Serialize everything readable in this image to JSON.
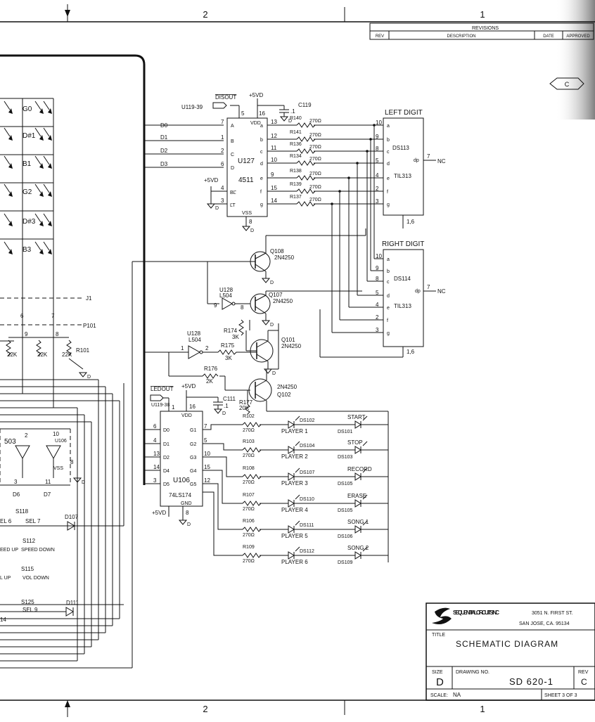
{
  "zones": {
    "top": [
      "2",
      "1"
    ],
    "bottom": [
      "2",
      "1"
    ]
  },
  "revisions": {
    "title": "REVISIONS",
    "columns": [
      "REV",
      "DESCRIPTION",
      "DATE",
      "APPROVED"
    ],
    "rev_letter": "C"
  },
  "u127": {
    "ref": "U127",
    "part": "4511",
    "signal_in": "DISOUT",
    "signal_src": "U119-39",
    "power": "+5VD",
    "cap": "C119",
    "cap_val": ".1",
    "vdd": "VDD",
    "vss": "VSS",
    "inputs": [
      {
        "net": "D0",
        "pin": "7",
        "label": "A"
      },
      {
        "net": "D1",
        "pin": "1",
        "label": "B"
      },
      {
        "net": "D2",
        "pin": "2",
        "label": "C"
      },
      {
        "net": "D3",
        "pin": "6",
        "label": "D"
      }
    ],
    "misc_pins": {
      "e": "5",
      "vdd": "16",
      "bl": "4",
      "lt": "3",
      "vss": "8",
      "bl_label": "BL",
      "lt_label": "LT"
    },
    "outputs": [
      {
        "pin": "13",
        "seg": "a",
        "res": "R140",
        "val": "270Ω",
        "dpin": "10"
      },
      {
        "pin": "12",
        "seg": "b",
        "res": "R141",
        "val": "270Ω",
        "dpin": "9"
      },
      {
        "pin": "11",
        "seg": "c",
        "res": "R136",
        "val": "270Ω",
        "dpin": "8"
      },
      {
        "pin": "10",
        "seg": "d",
        "res": "R134",
        "val": "270Ω",
        "dpin": "5"
      },
      {
        "pin": "9",
        "seg": "e",
        "res": "R138",
        "val": "270Ω",
        "dpin": "4"
      },
      {
        "pin": "15",
        "seg": "f",
        "res": "R139",
        "val": "270Ω",
        "dpin": "2"
      },
      {
        "pin": "14",
        "seg": "g",
        "res": "R137",
        "val": "270Ω",
        "dpin": "3"
      }
    ]
  },
  "left_digit": {
    "title": "LEFT DIGIT",
    "ref": "DS113",
    "part": "TIL313",
    "dp": "dp",
    "dp_pin": "7",
    "nc": "NC",
    "common": "1,6"
  },
  "right_digit": {
    "title": "RIGHT DIGIT",
    "ref": "DS114",
    "part": "TIL313",
    "dp": "dp",
    "dp_pin": "7",
    "nc": "NC",
    "common": "1,6"
  },
  "transistors": [
    {
      "ref": "Q108",
      "part": "2N4250"
    },
    {
      "ref": "Q107",
      "part": "2N4250"
    },
    {
      "ref": "Q101",
      "part": "2N4250"
    },
    {
      "ref": "Q102",
      "part": "2N4250"
    }
  ],
  "inverters": [
    {
      "ref": "U128",
      "part": "L504",
      "pin_in": "9",
      "pin_out": "8"
    },
    {
      "ref": "U128",
      "part": "L504",
      "pin_in": "1",
      "pin_out": "2"
    }
  ],
  "resistors_mid": [
    {
      "ref": "R174",
      "val": "3K"
    },
    {
      "ref": "R175",
      "val": "3K"
    },
    {
      "ref": "R176",
      "val": "2K"
    },
    {
      "ref": "R177",
      "val": "20K"
    }
  ],
  "u106": {
    "ref": "U106",
    "part": "74LS174",
    "power": "+5VD",
    "cap": "C111",
    "cap_val": ".1",
    "signal_in": "LEDOUT",
    "signal_src": "U119-38",
    "vdd": "VDD",
    "gnd": "GND",
    "gnd_pin": "8",
    "vdd_pin": "16",
    "clk_pin": "1",
    "inputs": [
      {
        "pin": "6",
        "label": "D0"
      },
      {
        "pin": "4",
        "label": "D1"
      },
      {
        "pin": "13",
        "label": "D2"
      },
      {
        "pin": "14",
        "label": "D4"
      },
      {
        "pin": "3",
        "label": "D5"
      }
    ],
    "outputs": [
      {
        "pin": "7",
        "label": "G1"
      },
      {
        "pin": "5",
        "label": "G2"
      },
      {
        "pin": "10",
        "label": "G3"
      },
      {
        "pin": "15",
        "label": "G4"
      },
      {
        "pin": "12",
        "label": "G5"
      }
    ]
  },
  "led_rows": [
    {
      "res": "R102",
      "val": "270Ω",
      "led_a": "DS102",
      "label_a": "PLAYER 1",
      "led_b": "DS101",
      "label_b": "START"
    },
    {
      "res": "R103",
      "val": "270Ω",
      "led_a": "DS104",
      "label_a": "PLAYER 2",
      "led_b": "DS103",
      "label_b": "STOP"
    },
    {
      "res": "R108",
      "val": "270Ω",
      "led_a": "DS107",
      "label_a": "PLAYER 3",
      "led_b": "DS105",
      "label_b": "RECORD"
    },
    {
      "res": "R107",
      "val": "270Ω",
      "led_a": "DS110",
      "label_a": "PLAYER 4",
      "led_b": "DS105",
      "label_b": "ERASE"
    },
    {
      "res": "R106",
      "val": "270Ω",
      "led_a": "DS111",
      "label_a": "PLAYER 5",
      "led_b": "DS106",
      "label_b": "SONG 1"
    },
    {
      "res": "R109",
      "val": "270Ω",
      "led_a": "DS112",
      "label_a": "PLAYER 6",
      "led_b": "DS109",
      "label_b": "SONG 2"
    }
  ],
  "left_area": {
    "connector_j": "J1",
    "connector_p": "P101",
    "resistor_pack": "R101",
    "pin_numbers": [
      "6",
      "7",
      "9",
      "8"
    ],
    "r_values": [
      "22K",
      "22K",
      "22K"
    ],
    "buffers": {
      "ref_a": "503",
      "ref_b": "U106",
      "pins_a": [
        "2",
        "3"
      ],
      "pins_b": [
        "10",
        "11"
      ],
      "vss": "VSS",
      "vss_pin": "8"
    },
    "matrix_labels": [
      "G0",
      "D#1",
      "B1",
      "G2",
      "D#3",
      "B3"
    ],
    "bottom_labels": [
      "D6",
      "D7"
    ],
    "switches": [
      {
        "ref": "S118",
        "label": "SEL 7"
      },
      {
        "ref": "S112",
        "label": "SPEED DOWN"
      },
      {
        "ref": "S115",
        "label": "VOL DOWN"
      },
      {
        "ref": "S125",
        "label": "SEL 9"
      }
    ],
    "switch_frags": [
      "EL 6",
      "EED UP",
      "L UP"
    ],
    "diodes": [
      "D107",
      "D111"
    ],
    "frag_14": "14"
  },
  "ground_label": "D",
  "title_block": {
    "company": "SEQUENTIAL CIRCUITS INC",
    "addr1": "3051 N. FIRST ST.",
    "addr2": "SAN JOSE, CA. 95134",
    "title_label": "TITLE",
    "title": "SCHEMATIC DIAGRAM",
    "size_label": "SIZE",
    "size": "D",
    "drawing_label": "DRAWING NO.",
    "drawing": "SD 620-1",
    "rev_label": "REV",
    "rev": "C",
    "scale_label": "SCALE:",
    "scale": "NA",
    "sheet": "SHEET 3 OF 3"
  }
}
